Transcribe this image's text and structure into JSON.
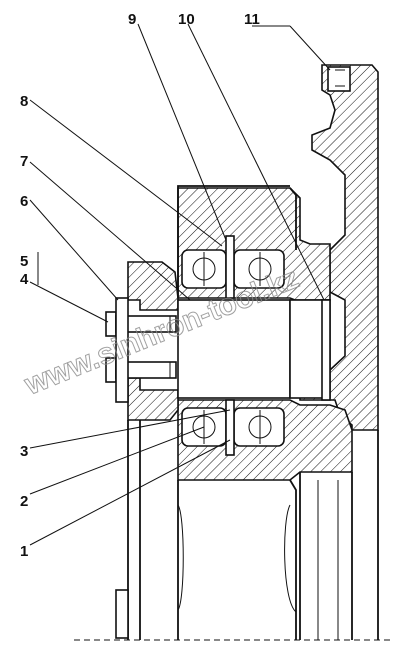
{
  "callouts": [
    "1",
    "2",
    "3",
    "4",
    "5",
    "6",
    "7",
    "8",
    "9",
    "10",
    "11"
  ],
  "watermark": "www.sinhron-tool.kz",
  "colors": {
    "line": "#111111",
    "paper": "#ffffff",
    "watermark": "#8a8a8a"
  }
}
